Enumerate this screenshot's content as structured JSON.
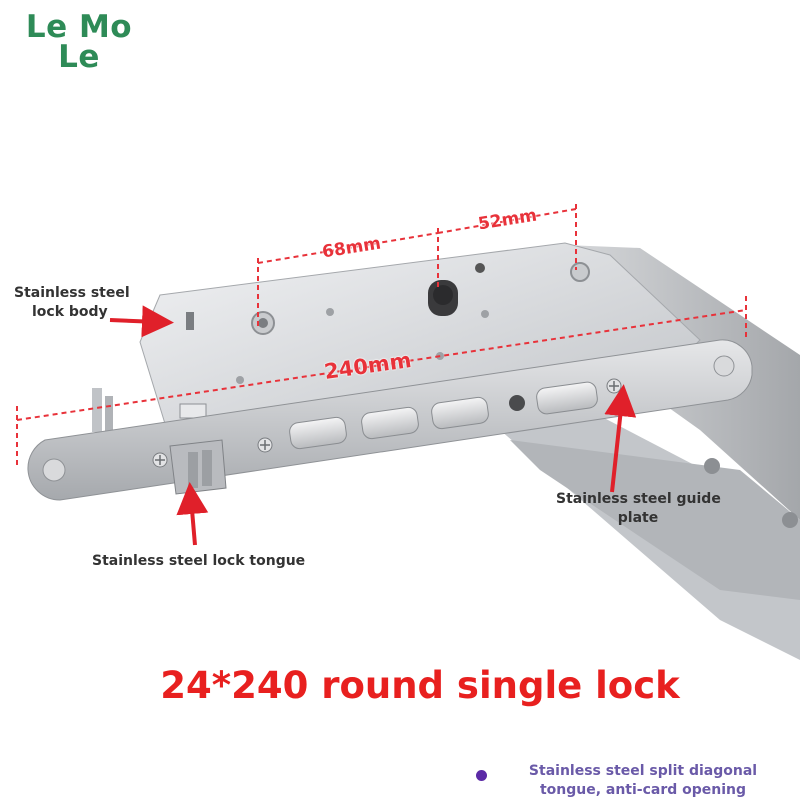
{
  "brand": {
    "line1": "Le Mo",
    "line2": "Le"
  },
  "dimensions": {
    "d1": "68mm",
    "d2": "52mm",
    "total": "240mm"
  },
  "callouts": {
    "lock_body": [
      "Stainless steel",
      "lock body"
    ],
    "guide_plate": [
      "Stainless steel guide",
      "plate"
    ],
    "lock_tongue": "Stainless steel lock tongue"
  },
  "headline": "24*240 round single lock",
  "feature": [
    "Stainless steel split diagonal",
    "tongue, anti-card opening"
  ],
  "colors": {
    "accent": "#e8201f",
    "brand": "#2e8b57",
    "feature": "#6a5aa8"
  }
}
